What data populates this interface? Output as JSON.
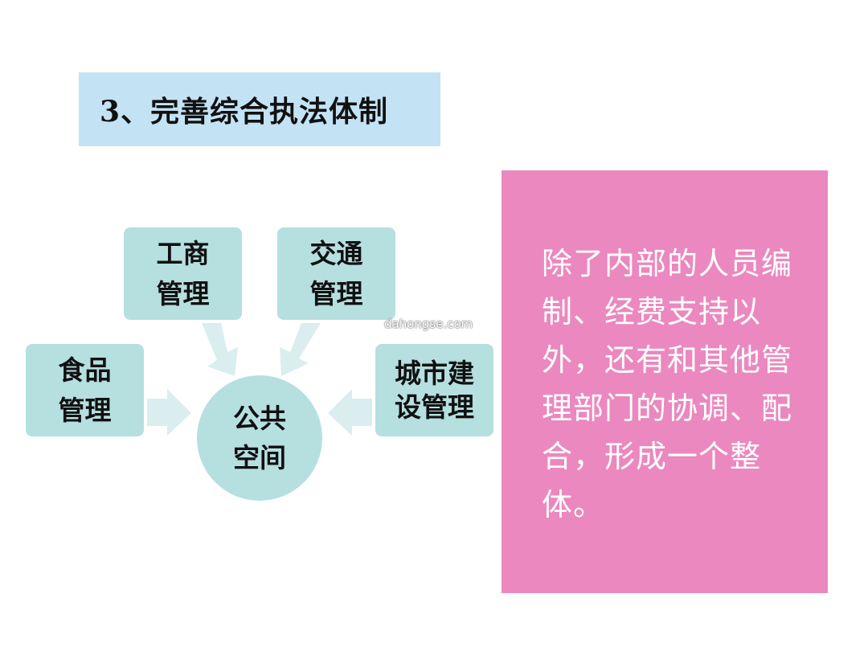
{
  "title": "3、完善综合执法体制",
  "diagram": {
    "center": {
      "line1": "公共",
      "line2": "空间"
    },
    "nodes": {
      "gongshang": {
        "line1": "工商",
        "line2": "管理"
      },
      "jiaotong": {
        "line1": "交通",
        "line2": "管理"
      },
      "shipin": {
        "line1": "食品",
        "line2": "管理"
      },
      "chengshi": {
        "line1": "城市建",
        "line2": "设管理"
      }
    },
    "arrow_color": "#daeef0",
    "node_color": "#b6dfe0"
  },
  "watermark": "dahongse.com",
  "side_panel": {
    "text": "除了内部的人员编制、经费支持以外，还有和其他管理部门的协调、配合，形成一个整体。",
    "background": "#eb88bf"
  }
}
